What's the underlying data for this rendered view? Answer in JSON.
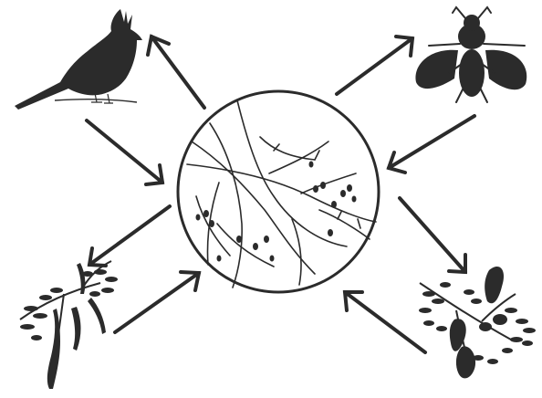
{
  "diagram": {
    "type": "cycle",
    "colors": {
      "ink": "#2b2b2b",
      "background": "#ffffff"
    },
    "center": {
      "icon": "mistletoe-branch-icon"
    },
    "nodes": [
      {
        "id": "bird",
        "icon": "crested-bird-icon"
      },
      {
        "id": "insect",
        "icon": "fly-icon"
      },
      {
        "id": "host-plant-right",
        "icon": "acacia-pod-branch-icon"
      },
      {
        "id": "host-plant-left",
        "icon": "mesquite-pod-branch-icon"
      }
    ],
    "arrows": [
      {
        "from": "center",
        "to": "bird"
      },
      {
        "from": "bird",
        "to": "center"
      },
      {
        "from": "center",
        "to": "insect"
      },
      {
        "from": "insect",
        "to": "center"
      },
      {
        "from": "center",
        "to": "host-plant-right"
      },
      {
        "from": "host-plant-right",
        "to": "center"
      },
      {
        "from": "center",
        "to": "host-plant-left"
      },
      {
        "from": "host-plant-left",
        "to": "center"
      }
    ]
  }
}
